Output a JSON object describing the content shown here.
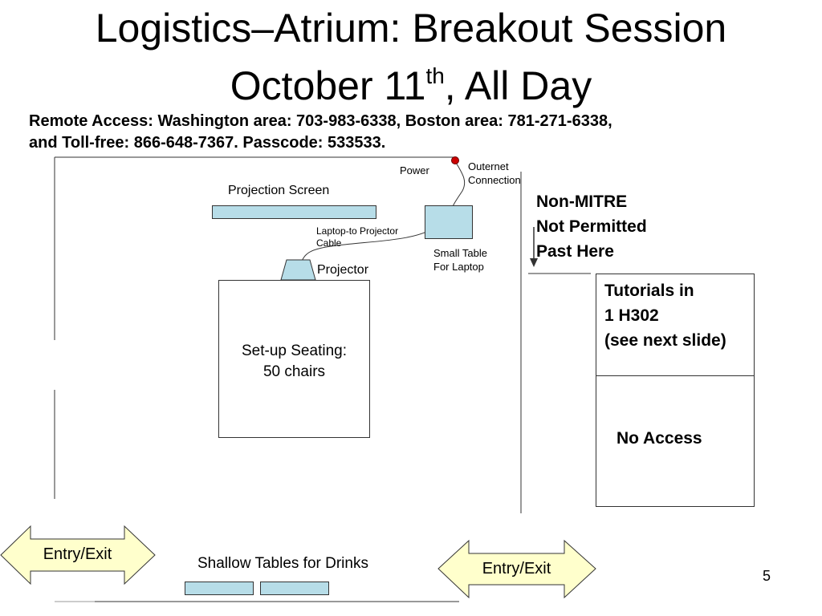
{
  "slide": {
    "title_line1": "Logistics–Atrium: Breakout Session",
    "title_line2_main": "October 11",
    "title_line2_sup": "th",
    "title_line2_rest": ", All Day",
    "remote_line1": "Remote Access: Washington area: 703-983-6338, Boston area: 781-271-6338,",
    "remote_line2": "and Toll-free: 866-648-7367. Passcode: 533533.",
    "page_number": "5"
  },
  "diagram": {
    "power": "Power",
    "outernet_line1": "Outernet",
    "outernet_line2": "Connection",
    "projection_screen": "Projection Screen",
    "cable_line1": "Laptop-to Projector",
    "cable_line2": "Cable",
    "small_table_line1": "Small Table",
    "small_table_line2": "For Laptop",
    "projector": "Projector",
    "seating_line1": "Set-up Seating:",
    "seating_line2": "50 chairs",
    "non_mitre_line1": "Non-MITRE",
    "non_mitre_line2": "Not Permitted",
    "non_mitre_line3": "Past Here",
    "tutorials_line1": "Tutorials in",
    "tutorials_line2": "1 H302",
    "tutorials_line3": "(see next slide)",
    "no_access": "No Access",
    "entry_exit_left": "Entry/Exit",
    "entry_exit_right": "Entry/Exit",
    "shallow_tables": "Shallow Tables for Drinks"
  },
  "colors": {
    "furniture_fill": "#b7dde8",
    "entry_fill": "#ffffcc",
    "power_dot": "#cc0000"
  }
}
